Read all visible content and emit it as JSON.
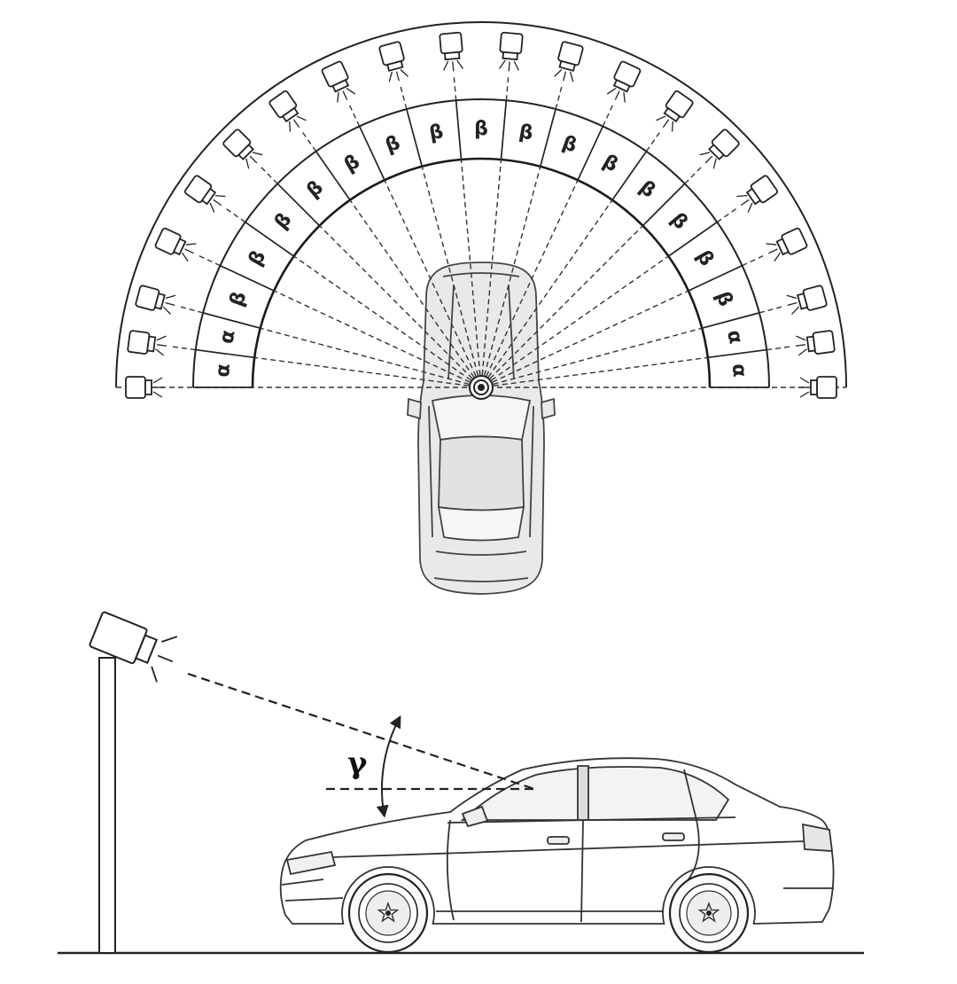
{
  "top_view": {
    "sector_labels": [
      "α",
      "α",
      "β",
      "β",
      "β",
      "β",
      "β",
      "β",
      "β",
      "β",
      "β",
      "β",
      "β",
      "β",
      "β",
      "β",
      "β",
      "α",
      "α"
    ]
  },
  "side_view": {
    "angle_label": "γ"
  }
}
